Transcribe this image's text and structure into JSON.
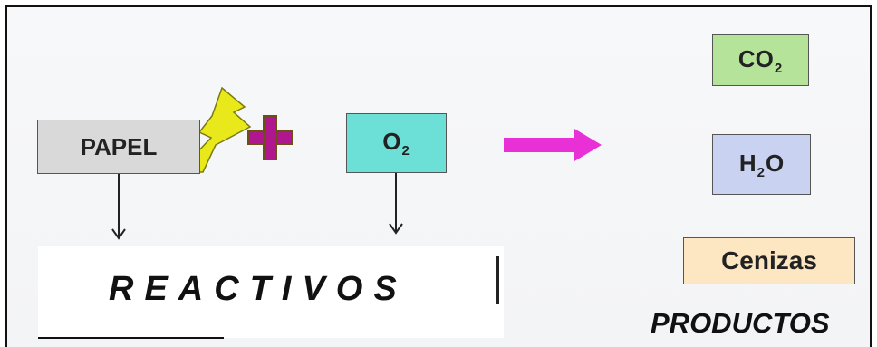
{
  "reactants": {
    "paper": {
      "label": "PAPEL",
      "color": "#d9d9d9"
    },
    "oxygen": {
      "symbol": "O",
      "subscript": "2",
      "color": "#6ce0d6"
    }
  },
  "plus_color": "#b0168e",
  "reaction_arrow_color": "#e830d6",
  "lightning_color": "#e8e81a",
  "products": {
    "co2": {
      "symbol": "CO",
      "subscript": "2",
      "color": "#b6e39a"
    },
    "h2o": {
      "prefix": "H",
      "subscript": "2",
      "suffix": "O",
      "color": "#c9d2f0"
    },
    "ashes": {
      "label": "Cenizas",
      "color": "#fde6c2"
    }
  },
  "labels": {
    "reactants": "REACTIVOS",
    "products": "PRODUCTOS"
  }
}
